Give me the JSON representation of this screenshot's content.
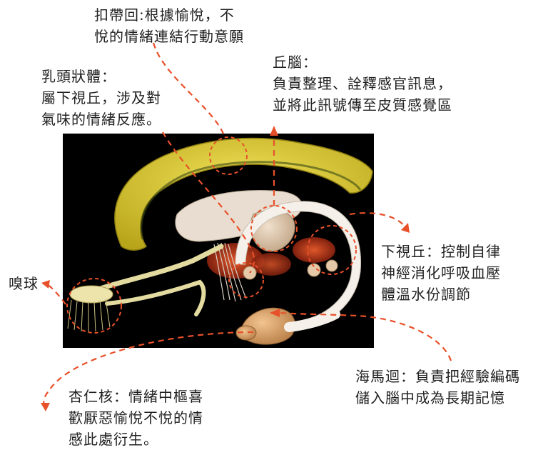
{
  "labels": {
    "cingulate": {
      "lines": [
        "扣帶回:根據愉悅，不",
        "悅的情緒連結行動意願"
      ]
    },
    "mammillary": {
      "lines": [
        "乳頭狀體：",
        "屬下視丘，涉及對",
        "氣味的情緒反應。"
      ]
    },
    "thalamus": {
      "lines": [
        "丘腦：",
        "負責整理、詮釋感官訊息，",
        "並將此訊號傳至皮質感覺區"
      ]
    },
    "hypothalamus": {
      "lines": [
        "下視丘：控制自律",
        "神經消化呼吸血壓",
        "體溫水份調節"
      ]
    },
    "olfactory": {
      "lines": [
        "嗅球"
      ]
    },
    "amygdala": {
      "lines": [
        "杏仁核：情緒中樞喜",
        "歡厭惡愉悅不悅的情",
        "感此處衍生。"
      ]
    },
    "hippocampus": {
      "lines": [
        "海馬迴：負責把經驗編碼",
        "儲入腦中成為長期記憶"
      ]
    }
  },
  "colors": {
    "annotation": "#e8502a",
    "background_panel": "#000000",
    "cingulate_gyrus": "#d8c62a",
    "fornix": "#f2ede4",
    "thalamus": "#d9c2a6",
    "amygdala": "#d7a26a",
    "olfactory": "#e3dba0",
    "red_structures": "#b8321c"
  }
}
